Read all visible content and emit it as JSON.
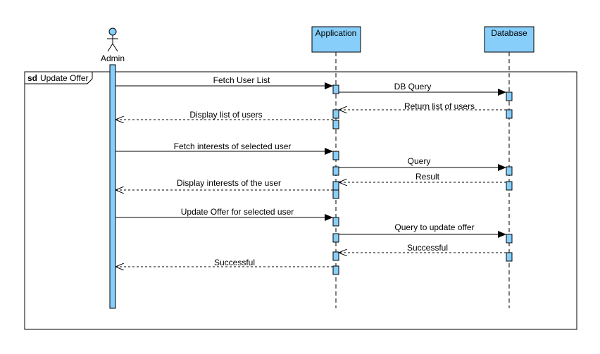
{
  "diagram": {
    "frame_keyword": "sd",
    "frame_title": "Update Offer",
    "participants": {
      "admin": "Admin",
      "application": "Application",
      "database": "Database"
    },
    "messages": [
      {
        "label": "Fetch User List",
        "from": "admin",
        "to": "application",
        "kind": "sync"
      },
      {
        "label": "DB Query",
        "from": "application",
        "to": "database",
        "kind": "sync"
      },
      {
        "label": "Return list of users",
        "from": "database",
        "to": "application",
        "kind": "return"
      },
      {
        "label": "Display list of users",
        "from": "application",
        "to": "admin",
        "kind": "return"
      },
      {
        "label": "Fetch interests of selected user",
        "from": "admin",
        "to": "application",
        "kind": "sync"
      },
      {
        "label": "Query",
        "from": "application",
        "to": "database",
        "kind": "sync"
      },
      {
        "label": "Result",
        "from": "database",
        "to": "application",
        "kind": "return"
      },
      {
        "label": "Display interests of the user",
        "from": "application",
        "to": "admin",
        "kind": "return"
      },
      {
        "label": "Update Offer for selected user",
        "from": "admin",
        "to": "application",
        "kind": "sync"
      },
      {
        "label": "Query to update offer",
        "from": "application",
        "to": "database",
        "kind": "sync"
      },
      {
        "label": "Successful",
        "from": "database",
        "to": "application",
        "kind": "return"
      },
      {
        "label": "Successful",
        "from": "application",
        "to": "admin",
        "kind": "return"
      }
    ],
    "colors": {
      "fill": "#87CEFA",
      "stroke": "#000000"
    }
  }
}
